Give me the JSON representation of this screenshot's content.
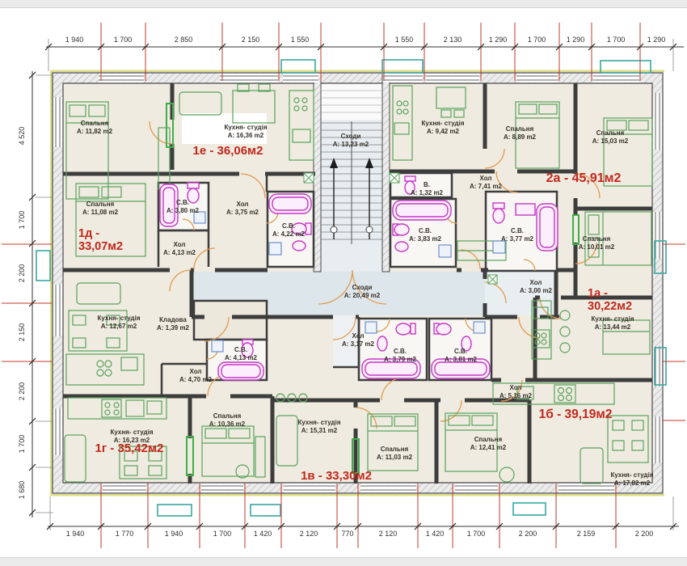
{
  "apartments": [
    {
      "id": "1e",
      "label": "1е - 36,06м2"
    },
    {
      "id": "2a",
      "label": "2а - 45,91м2"
    },
    {
      "id": "1d",
      "label": "1д -\n33,07м2"
    },
    {
      "id": "1a",
      "label": "1а -\n30,22м2"
    },
    {
      "id": "1g",
      "label": "1г - 35,42м2"
    },
    {
      "id": "1v",
      "label": "1в - 33,30м2"
    },
    {
      "id": "1b",
      "label": "1б - 39,19м2"
    }
  ],
  "rooms": [
    {
      "id": "bedroom-1182",
      "name": "Спальня",
      "area": "А: 11,82 m2"
    },
    {
      "id": "kitchen-1636",
      "name": "Кухня- студія",
      "area": "А: 16,36 m2"
    },
    {
      "id": "stairs-1323",
      "name": "Сходи",
      "area": "А: 13,23 m2"
    },
    {
      "id": "kitchen-942",
      "name": "Кухня- студія",
      "area": "А: 9,42 m2"
    },
    {
      "id": "bedroom-889",
      "name": "Спальня",
      "area": "А: 8,89 m2"
    },
    {
      "id": "bedroom-1503",
      "name": "Спальня",
      "area": "А: 15,03 m2"
    },
    {
      "id": "hall-741",
      "name": "Хол",
      "area": "А: 7,41 m2"
    },
    {
      "id": "bedroom-1108",
      "name": "Спальня",
      "area": "А: 11,08 m2"
    },
    {
      "id": "wc-380",
      "name": "С.В.",
      "area": "А: 3,80 m2"
    },
    {
      "id": "hall-375",
      "name": "Хол",
      "area": "А: 3,75 m2"
    },
    {
      "id": "hall-413",
      "name": "Хол",
      "area": "А: 4,13 m2"
    },
    {
      "id": "wc-422",
      "name": "С.В.",
      "area": "А: 4,22 m2"
    },
    {
      "id": "wc-132",
      "name": "В.",
      "area": "А: 1,32 m2"
    },
    {
      "id": "wc-383",
      "name": "С.В.",
      "area": "А: 3,83 m2"
    },
    {
      "id": "wc-377",
      "name": "С.В.",
      "area": "А: 3,77 m2"
    },
    {
      "id": "bedroom-1001",
      "name": "Спальня",
      "area": "А: 10,01 m2"
    },
    {
      "id": "stairs-2049",
      "name": "Сходи",
      "area": "А: 20,49 m2"
    },
    {
      "id": "hall-300",
      "name": "Хол",
      "area": "А: 3,00 m2"
    },
    {
      "id": "kitchen-1267",
      "name": "Кухня- студія",
      "area": "А: 12,67 m2"
    },
    {
      "id": "storage-139",
      "name": "Кладова",
      "area": "А: 1,39 m2"
    },
    {
      "id": "kitchen-1344",
      "name": "Кухня- студія",
      "area": "А: 13,44 m2"
    },
    {
      "id": "hall-317",
      "name": "Хол",
      "area": "А: 3,17 m2"
    },
    {
      "id": "wc-413",
      "name": "С.В.",
      "area": "А: 4,13 m2"
    },
    {
      "id": "wc-379",
      "name": "С.В.",
      "area": "А: 3,79 m2"
    },
    {
      "id": "wc-381",
      "name": "С.В.",
      "area": "А: 3,81 m2"
    },
    {
      "id": "hall-470",
      "name": "Хол",
      "area": "А: 4,70 m2"
    },
    {
      "id": "hall-516",
      "name": "Хол",
      "area": "А: 5,16 m2"
    },
    {
      "id": "kitchen-1623",
      "name": "Кухня- студія",
      "area": "А: 16,23 m2"
    },
    {
      "id": "bedroom-1036",
      "name": "Спальня",
      "area": "А: 10,36 m2"
    },
    {
      "id": "kitchen-1531",
      "name": "Кухня- студія",
      "area": "А: 15,31 m2"
    },
    {
      "id": "bedroom-1103",
      "name": "Спальня",
      "area": "А: 11,03 m2"
    },
    {
      "id": "bedroom-1241",
      "name": "Спальня",
      "area": "А: 12,41 m2"
    },
    {
      "id": "kitchen-1782",
      "name": "Кухня- студія",
      "area": "А: 17,82 m2"
    }
  ],
  "dimensions": {
    "top": [
      "1 940",
      "1 700",
      "2 850",
      "2 150",
      "1 550",
      "1 550",
      "2 130",
      "1 290",
      "1 700",
      "1 290",
      "1 700",
      "1 290"
    ],
    "left": [
      "4 520",
      "1 700",
      "2 200",
      "2 150",
      "2 200",
      "1 700",
      "1 680"
    ],
    "bottom": [
      "1 940",
      "1 770",
      "1 940",
      "1 700",
      "1 420",
      "2 120",
      "770",
      "2 120",
      "1 420",
      "1 700",
      "2 200",
      "2 159",
      "2 200"
    ]
  },
  "colors": {
    "apartment_label": "#c2271c",
    "dimension_guide_red": "#c0392b",
    "wall": "#4a4a4a",
    "room_fill": "#f0ebe0",
    "corridor_fill": "#dde6eb",
    "furniture_green": "#58a25c",
    "sanitary_magenta": "#c438c4",
    "door_orange": "#e09a50",
    "balcony_teal": "#3aa79e"
  }
}
